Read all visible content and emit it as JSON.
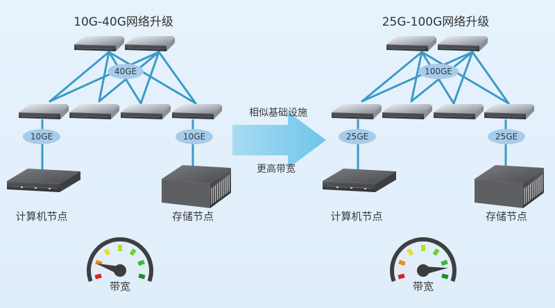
{
  "colors": {
    "background": "#e3f0fb",
    "link_line": "#3a9ac8",
    "label_bubble": "#a7cbe9",
    "arrow": "#8fd0ec",
    "gauge_arc": "#3f3f3f",
    "gauge_segments": [
      "#e02020",
      "#f08a1c",
      "#e8e020",
      "#b4e020",
      "#70d030",
      "#38b838",
      "#1e8e28"
    ]
  },
  "transition": {
    "top_label": "相似基础设施",
    "bottom_label": "更高带宽",
    "arrow_icon": "arrow-right-icon"
  },
  "panels": [
    {
      "title": "10G-40G网络升级",
      "spine_link_label": "40GE",
      "access_link_labels": [
        "10GE",
        "10GE"
      ],
      "compute_node_label": "计算机节点",
      "storage_node_label": "存储节点",
      "gauge_label": "带宽",
      "gauge_level": 0.15
    },
    {
      "title": "25G-100G网络升级",
      "spine_link_label": "100GE",
      "access_link_labels": [
        "25GE",
        "25GE"
      ],
      "compute_node_label": "计算机节点",
      "storage_node_label": "存储节点",
      "gauge_label": "带宽",
      "gauge_level": 0.9
    }
  ]
}
